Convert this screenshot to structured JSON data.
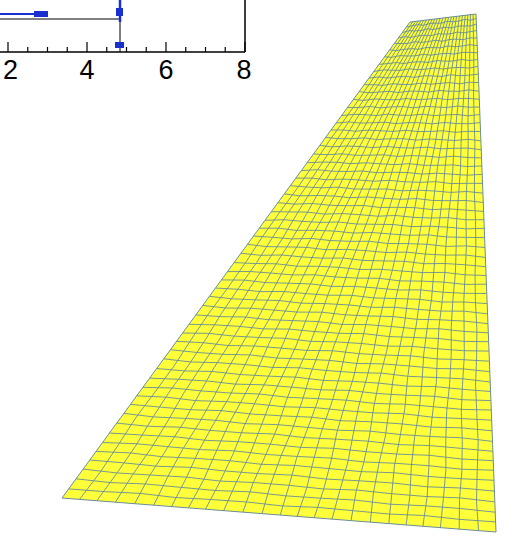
{
  "diagram": {
    "labels": [
      "2",
      "4",
      "6",
      "8"
    ]
  }
}
